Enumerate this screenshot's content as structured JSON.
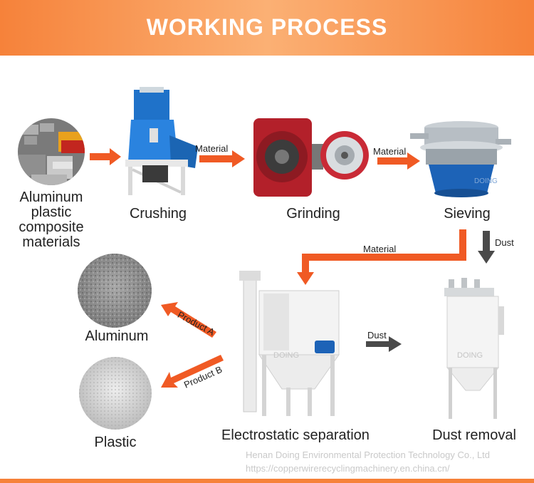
{
  "header": {
    "title": "WORKING PROCESS"
  },
  "steps": {
    "raw": "Aluminum\nplastic\ncomposite\nmaterials",
    "crushing": "Crushing",
    "grinding": "Grinding",
    "sieving": "Sieving",
    "electrostatic": "Electrostatic separation",
    "dust_removal": "Dust removal",
    "aluminum": "Aluminum",
    "plastic": "Plastic"
  },
  "flows": {
    "material_1": "Material",
    "material_2": "Material",
    "material_3": "Material",
    "dust_1": "Dust",
    "dust_2": "Dust",
    "product_a": "Product A",
    "product_b": "Product B"
  },
  "watermark": {
    "company": "Henan Doing Environmental Protection Technology Co., Ltd",
    "url": "https://copperwirerecyclingmachinery.en.china.cn/"
  },
  "machine_brand": "DOING",
  "colors": {
    "accent": "#f6823a",
    "arrow_orange": "#f05a24",
    "arrow_dark": "#4a4a4a"
  }
}
